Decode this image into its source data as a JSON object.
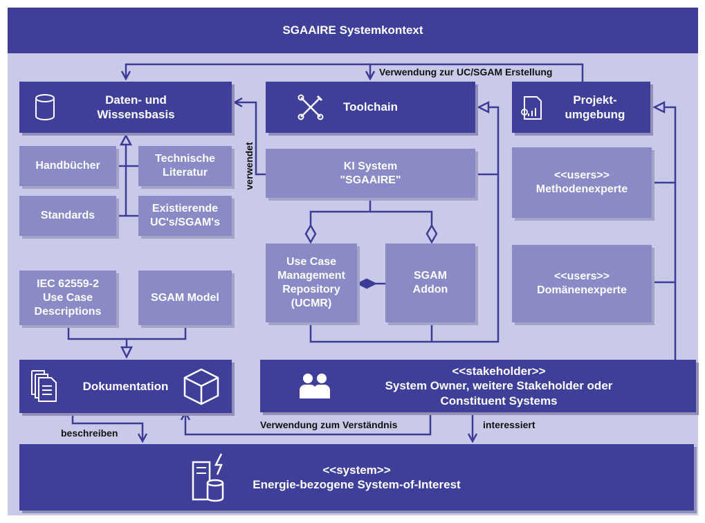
{
  "title": "SGAAIRE Systemkontext",
  "boxes": {
    "daten": "Daten- und\nWissensbasis",
    "toolchain": "Toolchain",
    "projekt": "Projekt-\numgebung",
    "handbuecher": "Handbücher",
    "technische_literatur": "Technische\nLiteratur",
    "standards": "Standards",
    "existierende": "Existierende\nUC's/SGAM's",
    "ki_system": "KI System\n\"SGAAIRE\"",
    "ucmr": "Use Case\nManagement\nRepository\n(UCMR)",
    "sgam_addon": "SGAM\nAddon",
    "methodenexperte": "<<users>>\nMethodenexperte",
    "domaenenexperte": "<<users>>\nDomänenexperte",
    "iec": "IEC 62559-2\nUse Case\nDescriptions",
    "sgam_model": "SGAM Model",
    "dokumentation": "Dokumentation",
    "stakeholder": "<<stakeholder>>\nSystem Owner, weitere Stakeholder oder\nConstituent Systems",
    "system": "<<system>>\nEnergie-bezogene System-of-Interest"
  },
  "labels": {
    "verwendung_uc": "Verwendung zur UC/SGAM Erstellung",
    "verwendet": "verwendet",
    "verwendung_verstaendnis": "Verwendung zum Verständnis",
    "interessiert": "interessiert",
    "beschreiben": "beschreiben"
  },
  "colors": {
    "frame": "#3f3f9a",
    "background": "#c9c9ea",
    "light_box": "#8a8ac6",
    "line": "#3c3c96"
  },
  "icons": [
    "database-icon",
    "tools-icon",
    "project-document-icon",
    "documents-icon",
    "cube-icon",
    "users-icon",
    "server-database-icon"
  ]
}
